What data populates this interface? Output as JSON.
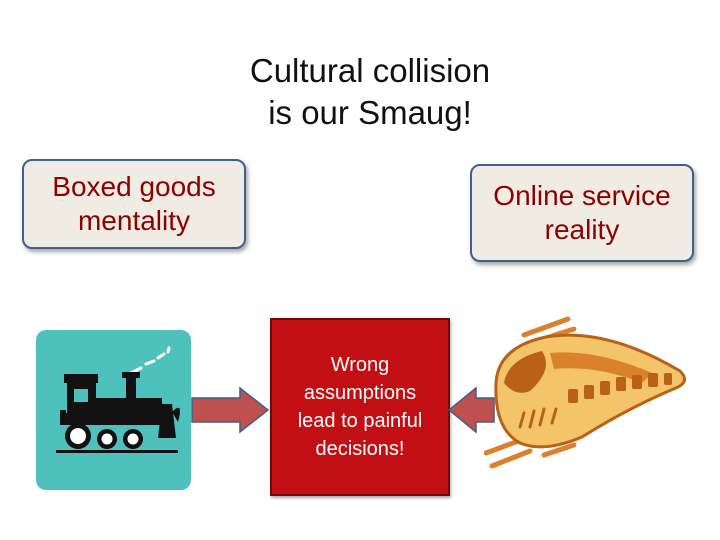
{
  "title": {
    "line1": "Cultural collision",
    "line2": "is our Smaug!"
  },
  "left_box": {
    "line1": "Boxed goods",
    "line2": "mentality"
  },
  "right_box": {
    "line1": "Online service",
    "line2": "reality"
  },
  "center_box": {
    "lines": [
      "Wrong",
      "assumptions",
      "lead to painful",
      "decisions!"
    ]
  },
  "icons": {
    "left": "steam-locomotive-icon",
    "right": "bullet-train-icon"
  },
  "colors": {
    "accent_red": "#c30f14",
    "box_text": "#8b0000",
    "box_fill": "#f0ece3",
    "box_border": "#3f5f8f",
    "tile_teal": "#4fc1bd",
    "arrow_fill": "#c0504d",
    "arrow_border": "#3f5f8f",
    "train_orange": "#d9822b"
  }
}
